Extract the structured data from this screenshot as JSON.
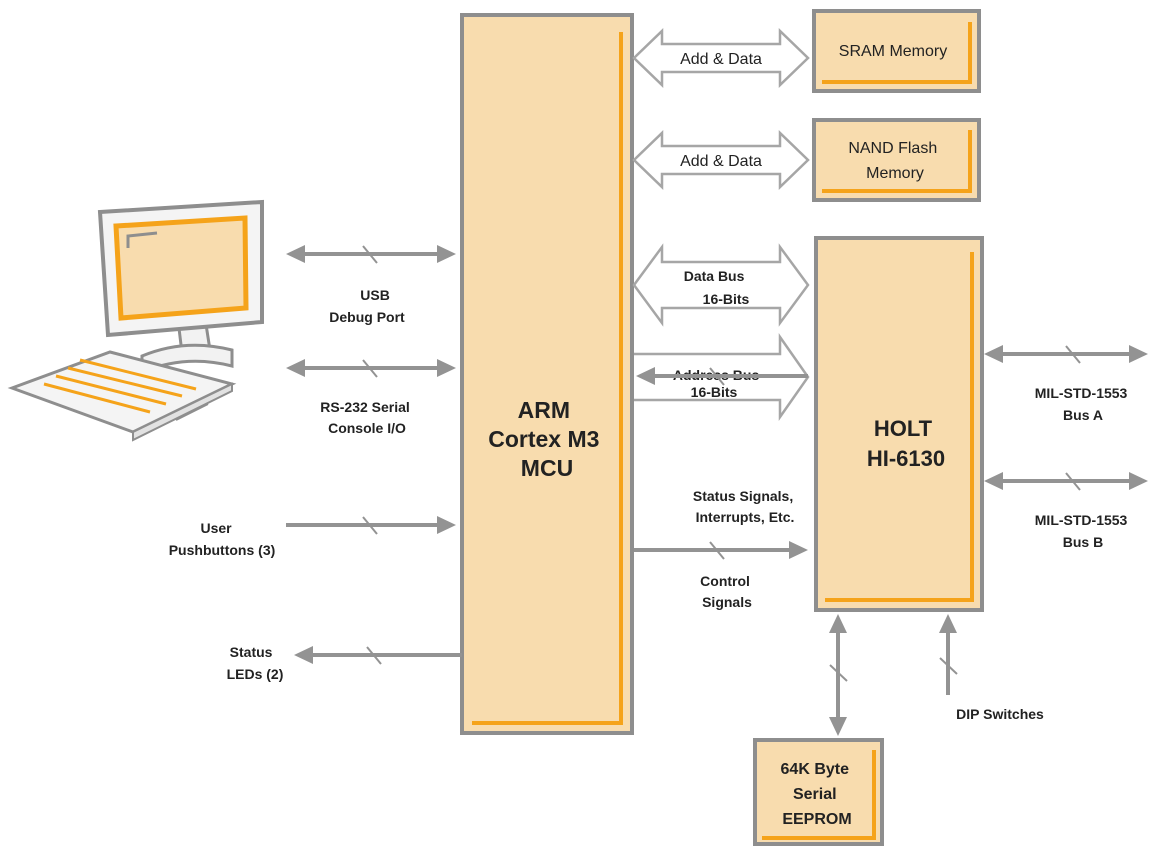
{
  "colors": {
    "box_fill": "#f8dcae",
    "box_border": "#8e8e8e",
    "accent": "#f5a31a",
    "arrow": "#939393"
  },
  "blocks": {
    "mcu": [
      "ARM",
      "Cortex M3",
      "MCU"
    ],
    "sram": [
      "SRAM Memory"
    ],
    "nand": [
      "NAND Flash",
      "Memory"
    ],
    "holt": [
      "HOLT",
      "HI-6130"
    ],
    "eeprom": [
      "64K Byte",
      "Serial",
      "EEPROM"
    ]
  },
  "buses": {
    "sram_bus": "Add & Data",
    "nand_bus": "Add & Data",
    "data_bus": [
      "Data Bus",
      "16-Bits"
    ],
    "address_bus": [
      "Address Bus",
      "16-Bits"
    ]
  },
  "labels": {
    "usb": [
      "USB",
      "Debug Port"
    ],
    "rs232": [
      "RS-232 Serial",
      "Console I/O"
    ],
    "pushbuttons": [
      "User",
      "Pushbuttons (3)"
    ],
    "leds": [
      "Status",
      "LEDs (2)"
    ],
    "status_signals": [
      "Status Signals,",
      "Interrupts, Etc."
    ],
    "control_signals": [
      "Control",
      "Signals"
    ],
    "bus_a": [
      "MIL-STD-1553",
      "Bus A"
    ],
    "bus_b": [
      "MIL-STD-1553",
      "Bus B"
    ],
    "dip": [
      "DIP Switches"
    ]
  },
  "icons": {
    "computer": "desktop-computer-icon"
  }
}
